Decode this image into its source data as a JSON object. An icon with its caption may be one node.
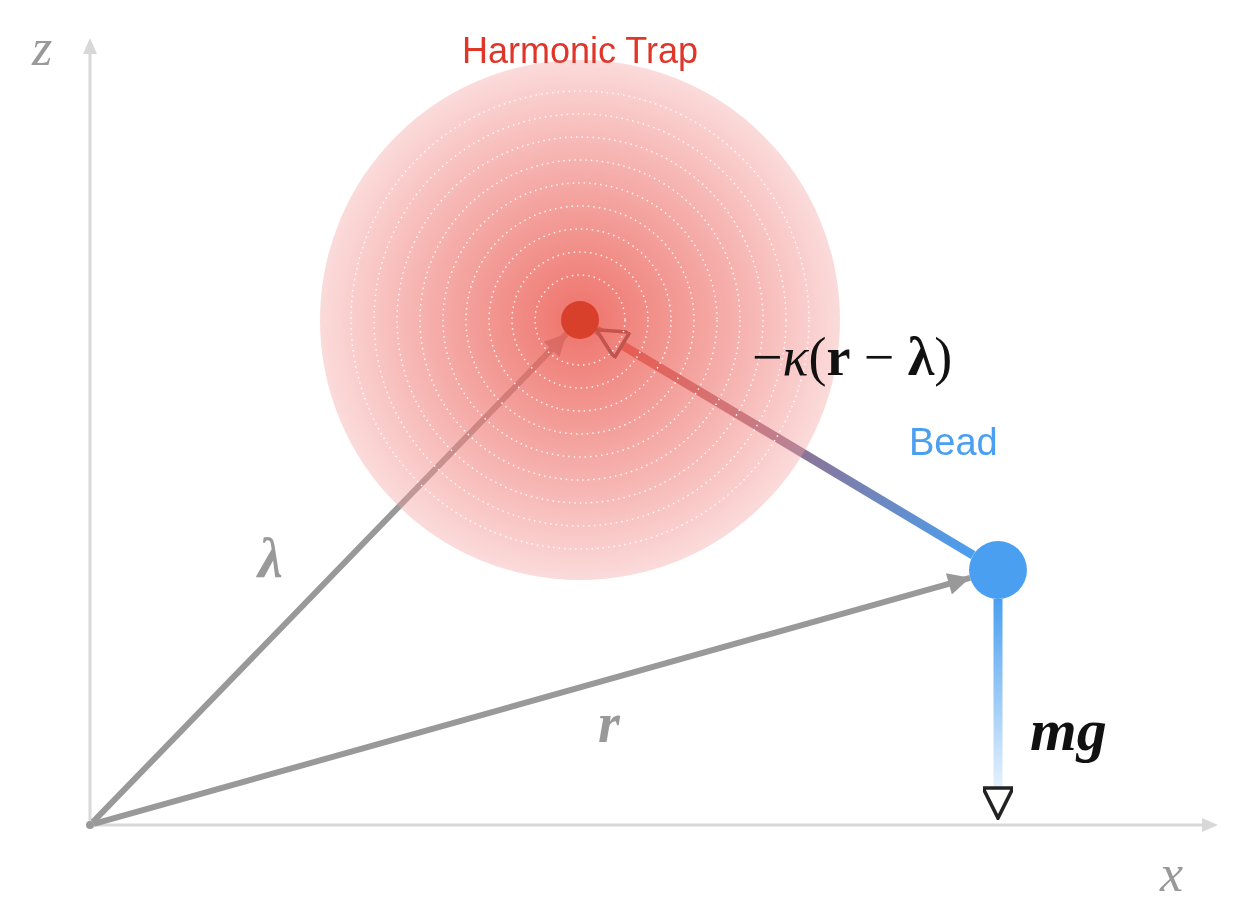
{
  "diagram": {
    "nodes": [
      {
        "text": [
          "Harmonic Trap"
        ]
      },
      {
        "text": [],
        "shape": "circle",
        "in": 0
      },
      {
        "text": [
          "Bead"
        ]
      },
      {
        "text": [],
        "shape": "circle"
      }
    ],
    "edges": [
      {
        "from": 3,
        "to": 1,
        "arrow": "to",
        "label": "λ"
      },
      {
        "from": 3,
        "to": 2,
        "arrow": "to",
        "label": "r"
      },
      {
        "from": 2,
        "to": 1,
        "arrow": "to",
        "label": "−*κ*(**r** − **λ**)",
        "style": "thick",
        "color": "#d9402b"
      },
      {
        "from": 2,
        "to": null,
        "arrow": "to",
        "label": "mg",
        "style": "thick",
        "color": "#4a9ff0"
      }
    ],
    "labels": [
      "z",
      "x"
    ]
  }
}
